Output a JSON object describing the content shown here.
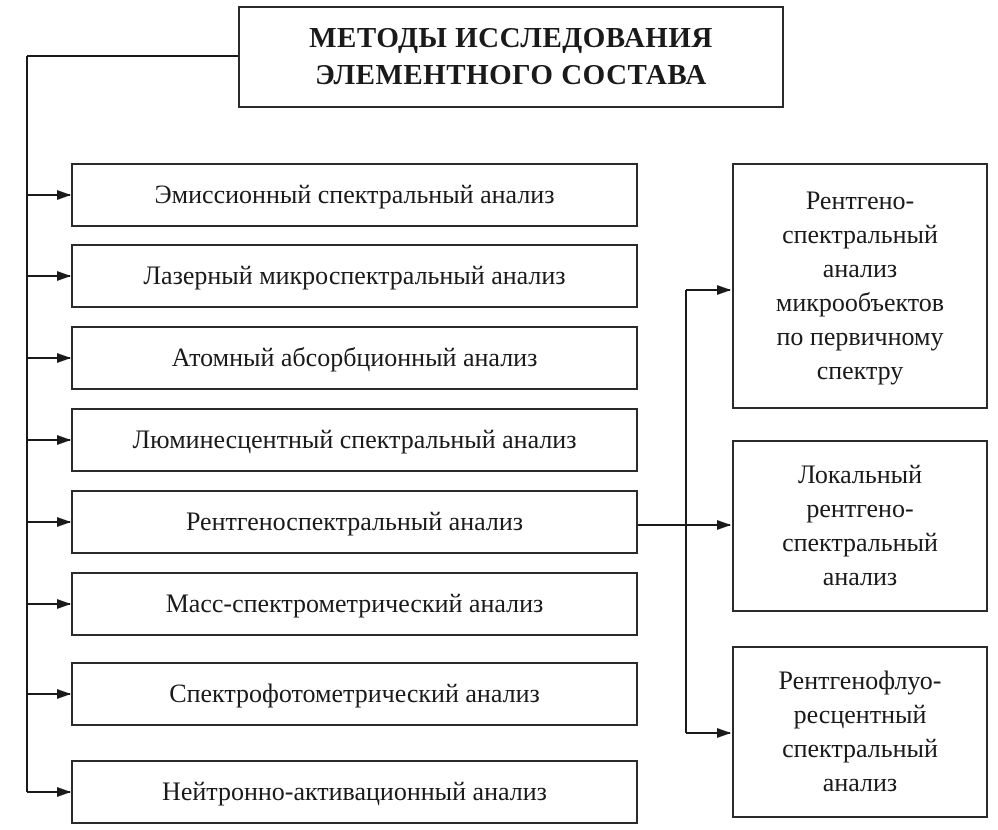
{
  "title": {
    "line1": "МЕТОДЫ ИССЛЕДОВАНИЯ",
    "line2": "ЭЛЕМЕНТНОГО СОСТАВА"
  },
  "methods": [
    "Эмиссионный спектральный анализ",
    "Лазерный микроспектральный анализ",
    "Атомный абсорбционный анализ",
    "Люминесцентный спектральный анализ",
    "Рентгеноспектральный анализ",
    "Масс-спектрометрический анализ",
    "Спектрофотометрический анализ",
    "Нейтронно-активационный анализ"
  ],
  "xray_methods": [
    {
      "lines": [
        "Рентгено-",
        "спектральный",
        "анализ",
        "микрообъектов",
        "по первичному",
        "спектру"
      ]
    },
    {
      "lines": [
        "Локальный",
        "рентгено-",
        "спектральный",
        "анализ"
      ]
    },
    {
      "lines": [
        "Рентгенофлуо-",
        "ресцентный",
        "спектральный",
        "анализ"
      ]
    }
  ]
}
